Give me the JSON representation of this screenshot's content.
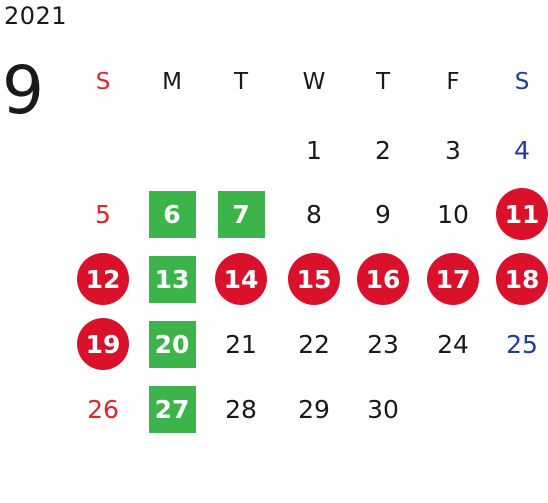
{
  "year": "2021",
  "month": "9",
  "weekdays": [
    "S",
    "M",
    "T",
    "W",
    "T",
    "F",
    "S"
  ],
  "colors": {
    "sunday": "#e6222f",
    "saturday": "#1f3d99",
    "green_mark": "#3cb449",
    "red_mark": "#d9112a"
  },
  "weeks": [
    [
      null,
      null,
      null,
      {
        "d": "1"
      },
      {
        "d": "2"
      },
      {
        "d": "3"
      },
      {
        "d": "4"
      }
    ],
    [
      {
        "d": "5"
      },
      {
        "d": "6",
        "mark": "green"
      },
      {
        "d": "7",
        "mark": "green"
      },
      {
        "d": "8"
      },
      {
        "d": "9"
      },
      {
        "d": "10"
      },
      {
        "d": "11",
        "mark": "red"
      }
    ],
    [
      {
        "d": "12",
        "mark": "red"
      },
      {
        "d": "13",
        "mark": "green"
      },
      {
        "d": "14",
        "mark": "red"
      },
      {
        "d": "15",
        "mark": "red"
      },
      {
        "d": "16",
        "mark": "red"
      },
      {
        "d": "17",
        "mark": "red"
      },
      {
        "d": "18",
        "mark": "red"
      }
    ],
    [
      {
        "d": "19",
        "mark": "red"
      },
      {
        "d": "20",
        "mark": "green"
      },
      {
        "d": "21"
      },
      {
        "d": "22"
      },
      {
        "d": "23"
      },
      {
        "d": "24"
      },
      {
        "d": "25"
      }
    ],
    [
      {
        "d": "26"
      },
      {
        "d": "27",
        "mark": "green"
      },
      {
        "d": "28"
      },
      {
        "d": "29"
      },
      {
        "d": "30"
      },
      null,
      null
    ]
  ]
}
